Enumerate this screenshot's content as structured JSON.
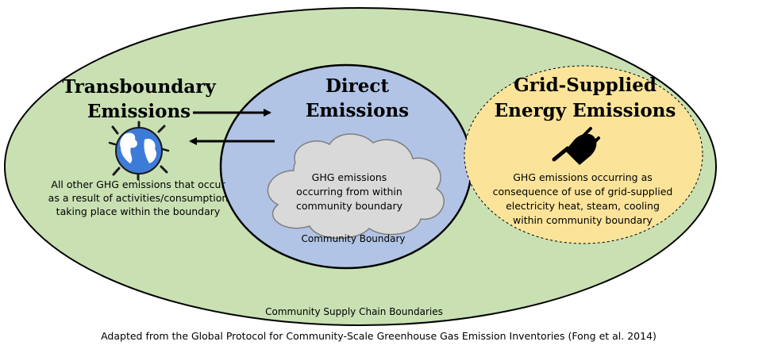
{
  "transboundary": {
    "title_line1": "Transboundary",
    "title_line2": "Emissions",
    "desc_line1": "All other GHG emissions that occur",
    "desc_line2": "as a result of activities/consumption",
    "desc_line3": "taking place within the boundary",
    "icon": "globe-icon"
  },
  "direct": {
    "title_line1": "Direct",
    "title_line2": "Emissions",
    "desc_line1": "GHG emissions",
    "desc_line2": "occurring from within",
    "desc_line3": "community boundary",
    "boundary_label": "Community Boundary",
    "icon": "cloud-shape"
  },
  "grid": {
    "title_line1": "Grid-Supplied",
    "title_line2": "Energy Emissions",
    "desc_line1": "GHG emissions occurring as",
    "desc_line2": "consequence of use of grid-supplied",
    "desc_line3": "electricity heat, steam, cooling",
    "desc_line4": "within community boundary",
    "icon": "electric-plug-icon"
  },
  "outer_boundary_label": "Community Supply Chain Boundaries",
  "caption": "Adapted from the Global Protocol for Community-Scale Greenhouse  Gas Emission Inventories (Fong et al. 2014)",
  "colors": {
    "outer_fill": "#c9e0b3",
    "direct_fill": "#b1c4e6",
    "grid_fill": "#fbe49a",
    "cloud_fill": "#d9d9d9",
    "globe_ocean": "#3d7bd9",
    "stroke": "#000000"
  }
}
